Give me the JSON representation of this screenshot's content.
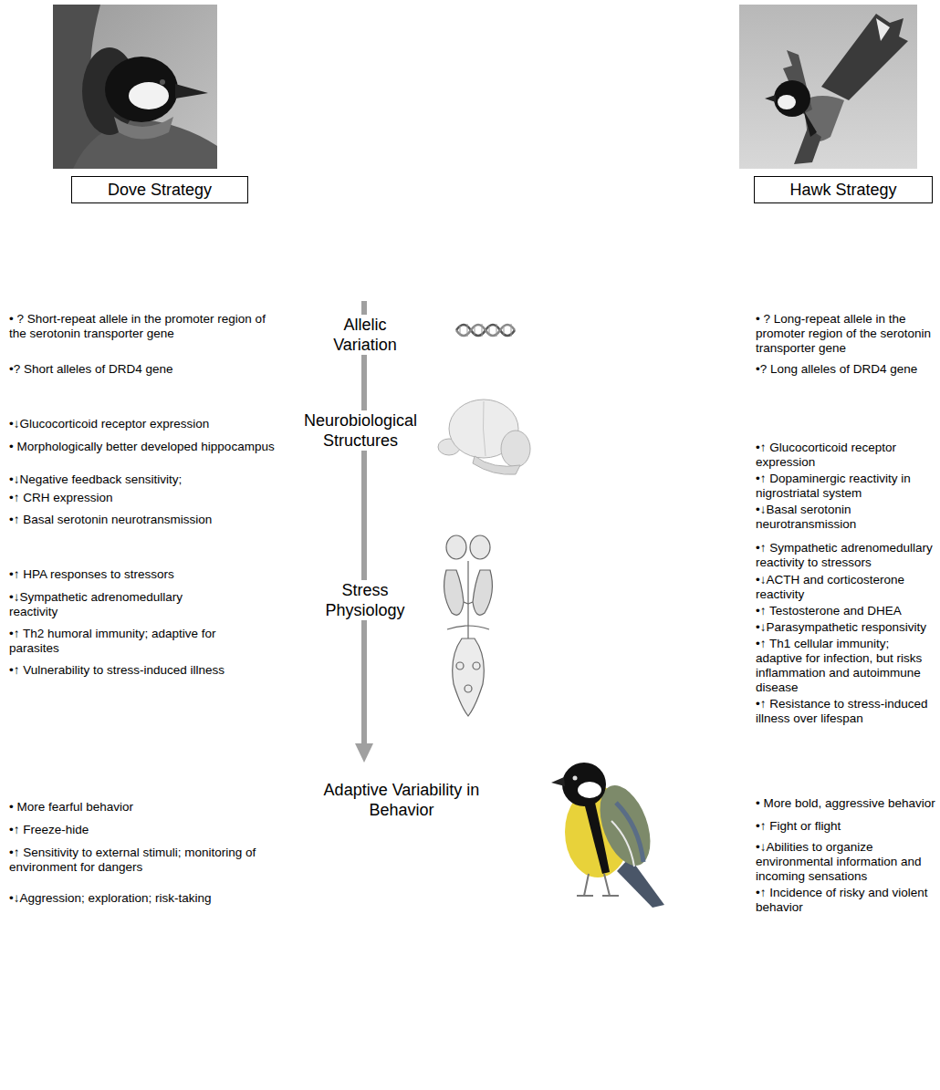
{
  "diagram": {
    "nodes": [
      {
        "text": [
          "Dove Strategy"
        ]
      },
      {
        "text": [
          "Hawk Strategy"
        ]
      }
    ],
    "labels": [
      "• ? Short-repeat allele in the promoter region of the serotonin transporter gene",
      "•? Short alleles of DRD4 gene",
      "Allelic Variation",
      "• ? Long-repeat allele in the promoter region of the serotonin transporter gene",
      "•? Long alleles of DRD4 gene",
      "•↓Glucocorticoid receptor expression",
      "• Morphologically better developed hippocampus",
      "•↓Negative feedback sensitivity;",
      "•↑ CRH expression",
      "•↑ Basal serotonin neurotransmission",
      "Neurobiological Structures",
      "•↑ Glucocorticoid receptor expression",
      "•↑ Dopaminergic reactivity in nigrostriatal system",
      "•↓Basal serotonin neurotransmission",
      "•↑ HPA responses to stressors",
      "•↓Sympathetic adrenomedullary reactivity",
      "•↑ Th2 humoral immunity; adaptive for parasites",
      "•↑ Vulnerability to stress-induced illness",
      "Stress Physiology",
      "•↑ Sympathetic adrenomedullary reactivity to stressors",
      "•↓ACTH and corticosterone reactivity",
      "•↑ Testosterone and DHEA",
      "•↓Parasympathetic responsivity",
      "•↑ Th1 cellular immunity; adaptive for infection, but risks inflammation and autoimmune disease",
      "•↑ Resistance to stress-induced illness over lifespan",
      "• More fearful behavior",
      "•↑ Freeze-hide",
      "•↑ Sensitivity to external stimuli; monitoring of environment for dangers",
      "•↓Aggression; exploration; risk-taking",
      "Adaptive Variability in Behavior",
      "• More bold, aggressive behavior",
      "•↑ Fight or flight",
      "•↓Abilities to organize environmental information and incoming sensations",
      "•↑ Incidence of risky and violent behavior"
    ]
  }
}
